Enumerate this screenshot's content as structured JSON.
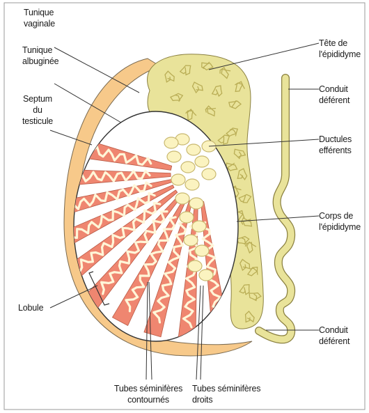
{
  "labels": {
    "tunique_vaginale": [
      "Tunique",
      "vaginale"
    ],
    "tunique_albuginee": [
      "Tunique",
      "albuginée"
    ],
    "septum": [
      "Septum",
      "du",
      "testicule"
    ],
    "lobule": "Lobule",
    "tete_epididyme": [
      "Tête de",
      "l'épididyme"
    ],
    "conduit_deferent_top": [
      "Conduit",
      "déférent"
    ],
    "ductules_efferents": [
      "Ductules",
      "efférents"
    ],
    "corps_epididyme": [
      "Corps de",
      "l'épididyme"
    ],
    "conduit_deferent_bottom": [
      "Conduit",
      "déférent"
    ],
    "tubes_contournes": [
      "Tubes séminifères",
      "contournés"
    ],
    "tubes_droits": [
      "Tubes séminifères",
      "droits"
    ]
  },
  "colors": {
    "tunica_vaginalis": "#f7c98a",
    "epididymis": "#e9e39a",
    "epididymis_line": "#b9ad55",
    "lobule_fill": "#ef8670",
    "tubule": "#fff6d8",
    "rete": "#fbf3c0",
    "outline": "#333333"
  }
}
